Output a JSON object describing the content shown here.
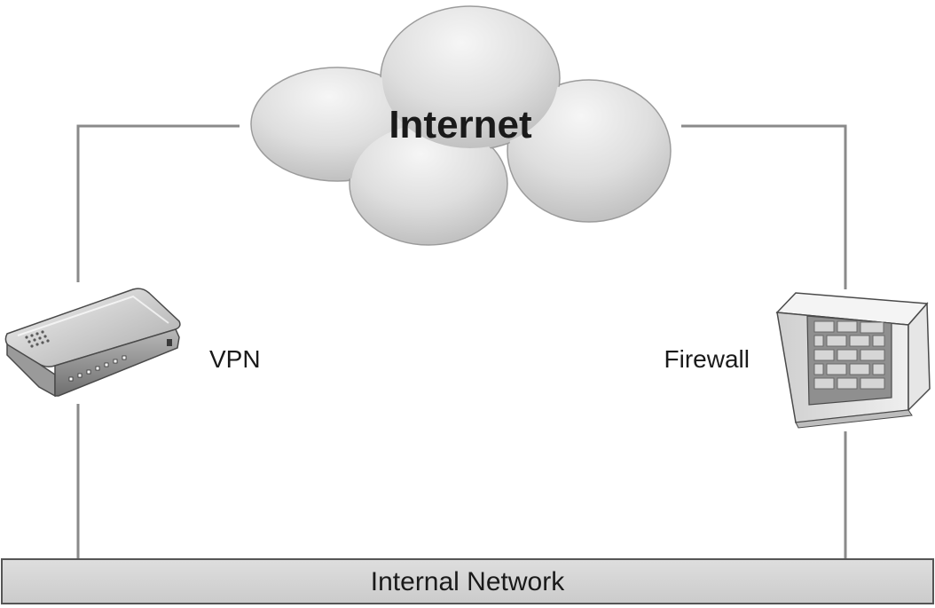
{
  "cloud": {
    "label": "Internet"
  },
  "devices": {
    "vpn": {
      "label": "VPN",
      "icon": "vpn-router-icon"
    },
    "firewall": {
      "label": "Firewall",
      "icon": "firewall-brick-icon"
    }
  },
  "network": {
    "label": "Internal Network"
  },
  "colors": {
    "link": "#8a8a8a",
    "cloud_light": "#f0f0f0",
    "cloud_dark": "#c2c2c2",
    "bar_fill": "#d4d4d4",
    "bar_border": "#555555"
  }
}
